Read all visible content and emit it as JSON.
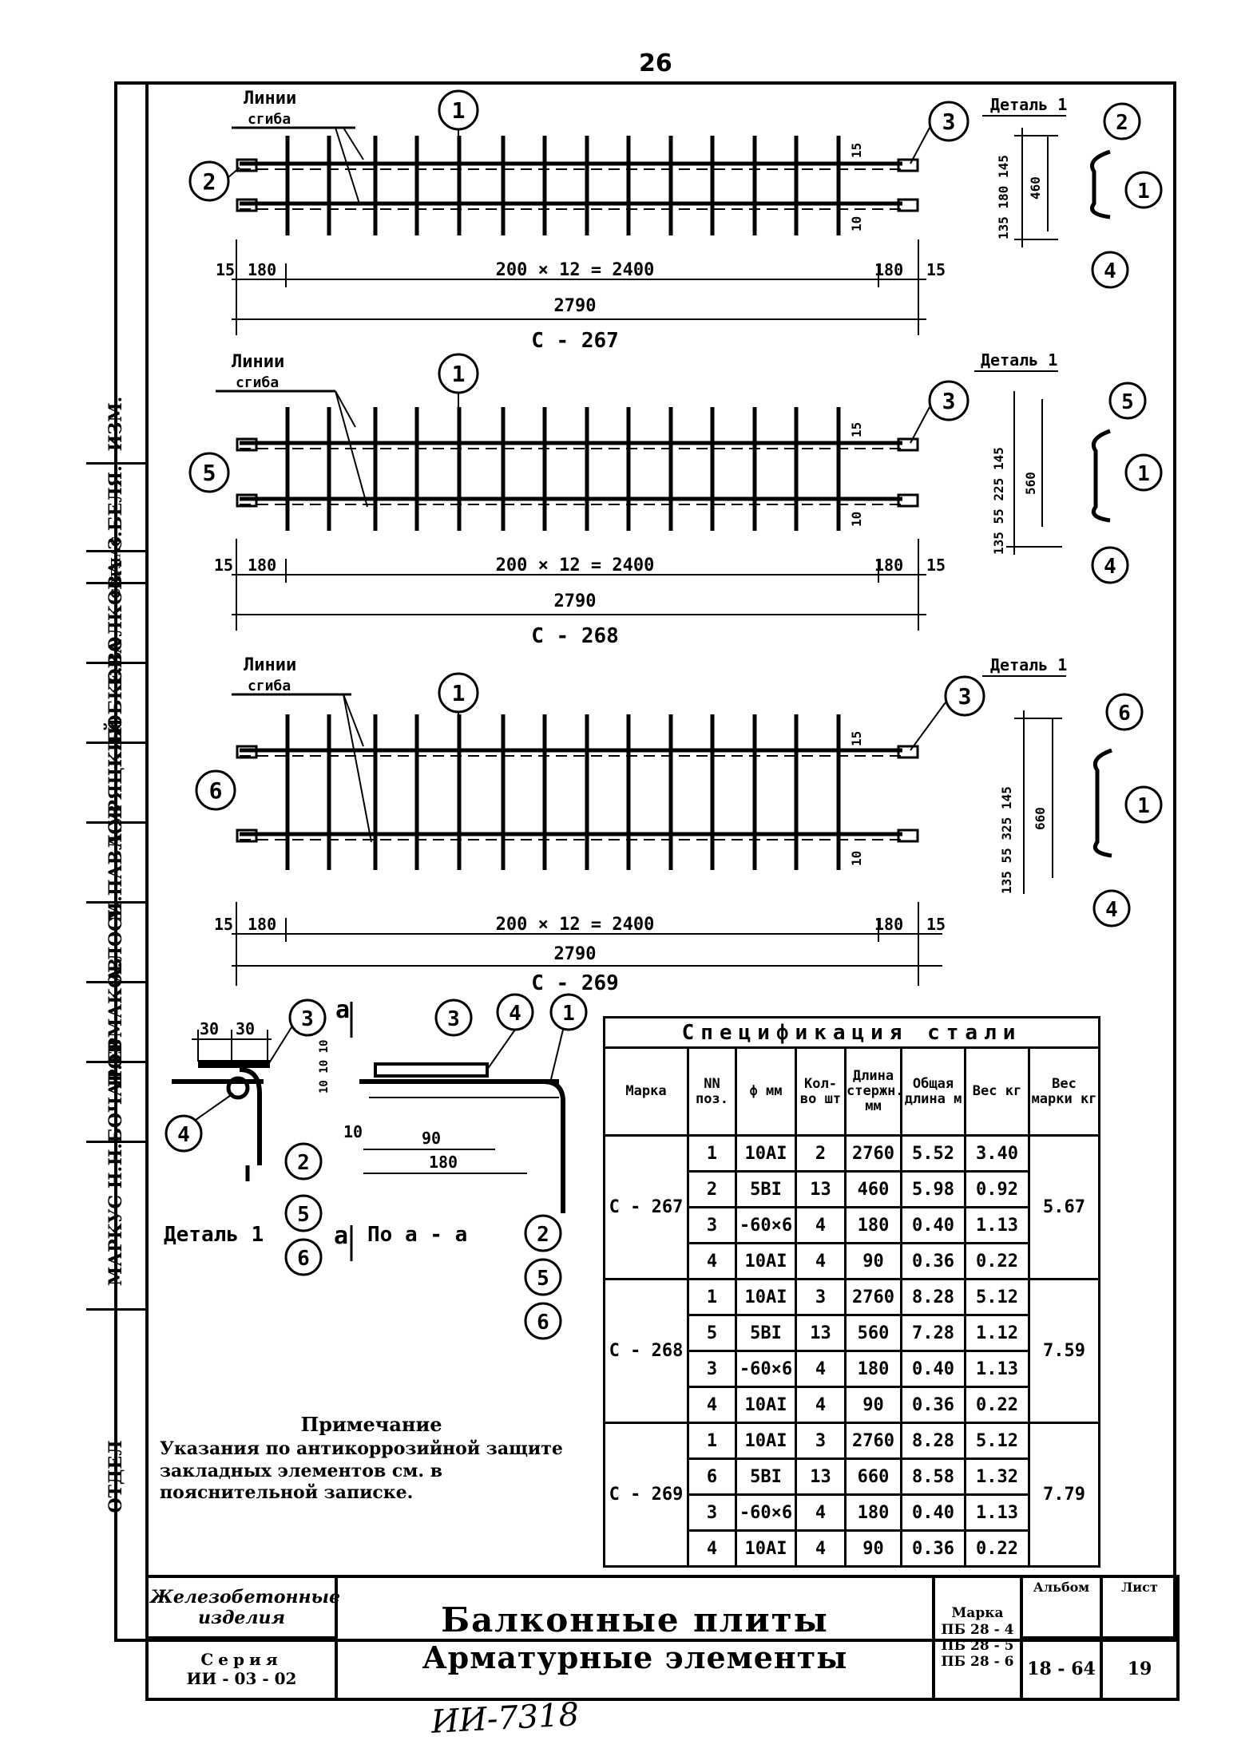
{
  "page_number": "26",
  "sidebar": {
    "cells": [
      "ОТДЕЛ",
      "МАРКУС Н.",
      "Н.БОЧАРОВ",
      "Н.ЕРМАКОВ",
      "А.ЛОСЬ",
      "М.ПАВЛОВ",
      "А.УРЯЦКИЙ",
      "К.БОБКОВА",
      "Е.ВОЛКОВА",
      "СОГЛАС",
      "З.БЕЛЯ.",
      "ИЗМ."
    ]
  },
  "drawings": [
    {
      "mark": "С - 267",
      "label_lines": [
        "Линии",
        "сгиба"
      ],
      "left_callout": "2",
      "top_callout": "1",
      "right_callout": "3",
      "dim_left_edge": "15",
      "dim_left": "180",
      "dim_mid": "200 × 12 = 2400",
      "dim_right": "180",
      "dim_right_edge": "15",
      "dim_total": "2790",
      "dim_top_gap": "15",
      "dim_bottom_gap": "10",
      "detail_label": "Деталь 1",
      "detail_callout_top": "2",
      "detail_callout_mid": "1",
      "detail_callout_bottom": "4",
      "detail_dims": "135 180 145",
      "detail_height": "460"
    },
    {
      "mark": "С - 268",
      "label_lines": [
        "Линии",
        "сгиба"
      ],
      "left_callout": "5",
      "top_callout": "1",
      "right_callout": "3",
      "dim_left_edge": "15",
      "dim_left": "180",
      "dim_mid": "200 × 12 = 2400",
      "dim_right": "180",
      "dim_right_edge": "15",
      "dim_total": "2790",
      "dim_top_gap": "15",
      "dim_bottom_gap": "10",
      "detail_label": "Деталь 1",
      "detail_callout_top": "5",
      "detail_callout_mid": "1",
      "detail_callout_bottom": "4",
      "detail_dims": "135 55 225 145",
      "detail_height": "560"
    },
    {
      "mark": "С - 269",
      "label_lines": [
        "Линии",
        "сгиба"
      ],
      "left_callout": "6",
      "top_callout": "1",
      "right_callout": "3",
      "dim_left_edge": "15",
      "dim_left": "180",
      "dim_mid": "200 × 12 = 2400",
      "dim_right": "180",
      "dim_right_edge": "15",
      "dim_total": "2790",
      "dim_top_gap": "15",
      "dim_bottom_gap": "10",
      "detail_label": "Деталь 1",
      "detail_callout_top": "6",
      "detail_callout_mid": "1",
      "detail_callout_bottom": "4",
      "detail_dims": "135 55 325 145",
      "detail_height": "660"
    }
  ],
  "detail_section": {
    "detail_label": "Деталь 1",
    "section_label": "По а - а",
    "section_mark": "а",
    "dim_30a": "30",
    "dim_30b": "30",
    "dim_vert": "10 10 10",
    "dim_10": "10",
    "dim_90": "90",
    "dim_180": "180",
    "callouts_left": [
      "3",
      "4",
      "2",
      "5",
      "6"
    ],
    "callouts_right": [
      "3",
      "4",
      "1",
      "2",
      "5",
      "6"
    ]
  },
  "spec_table": {
    "title": "Спецификация стали",
    "headers": [
      "Марка",
      "NN поз.",
      "ф мм",
      "Кол-во шт",
      "Длина стержн. мм",
      "Общая длина м",
      "Вес кг",
      "Вес марки кг"
    ],
    "groups": [
      {
        "mark": "С - 267",
        "mark_weight": "5.67",
        "rows": [
          [
            "1",
            "10АI",
            "2",
            "2760",
            "5.52",
            "3.40"
          ],
          [
            "2",
            "5ВI",
            "13",
            "460",
            "5.98",
            "0.92"
          ],
          [
            "3",
            "-60×6",
            "4",
            "180",
            "0.40",
            "1.13"
          ],
          [
            "4",
            "10АI",
            "4",
            "90",
            "0.36",
            "0.22"
          ]
        ]
      },
      {
        "mark": "С - 268",
        "mark_weight": "7.59",
        "rows": [
          [
            "1",
            "10АI",
            "3",
            "2760",
            "8.28",
            "5.12"
          ],
          [
            "5",
            "5ВI",
            "13",
            "560",
            "7.28",
            "1.12"
          ],
          [
            "3",
            "-60×6",
            "4",
            "180",
            "0.40",
            "1.13"
          ],
          [
            "4",
            "10АI",
            "4",
            "90",
            "0.36",
            "0.22"
          ]
        ]
      },
      {
        "mark": "С - 269",
        "mark_weight": "7.79",
        "rows": [
          [
            "1",
            "10АI",
            "3",
            "2760",
            "8.28",
            "5.12"
          ],
          [
            "6",
            "5ВI",
            "13",
            "660",
            "8.58",
            "1.32"
          ],
          [
            "3",
            "-60×6",
            "4",
            "180",
            "0.40",
            "1.13"
          ],
          [
            "4",
            "10АI",
            "4",
            "90",
            "0.36",
            "0.22"
          ]
        ]
      }
    ]
  },
  "note": {
    "title": "Примечание",
    "text": "Указания по антикоррозийной защите закладных элементов см. в пояснительной записке."
  },
  "title_block": {
    "category": "Железобетонные изделия",
    "series_label": "Серия",
    "series": "ИИ - 03 - 02",
    "title_line1": "Балконные плиты",
    "title_line2": "Арматурные элементы",
    "mark_label": "Марка",
    "marks": [
      "ПБ 28 - 4",
      "ПБ 28 - 5",
      "ПБ 28 - 6"
    ],
    "album_label": "Альбом",
    "album": "18 - 64",
    "sheet_label": "Лист",
    "sheet": "19"
  },
  "handwritten_code": "ИИ-7318"
}
